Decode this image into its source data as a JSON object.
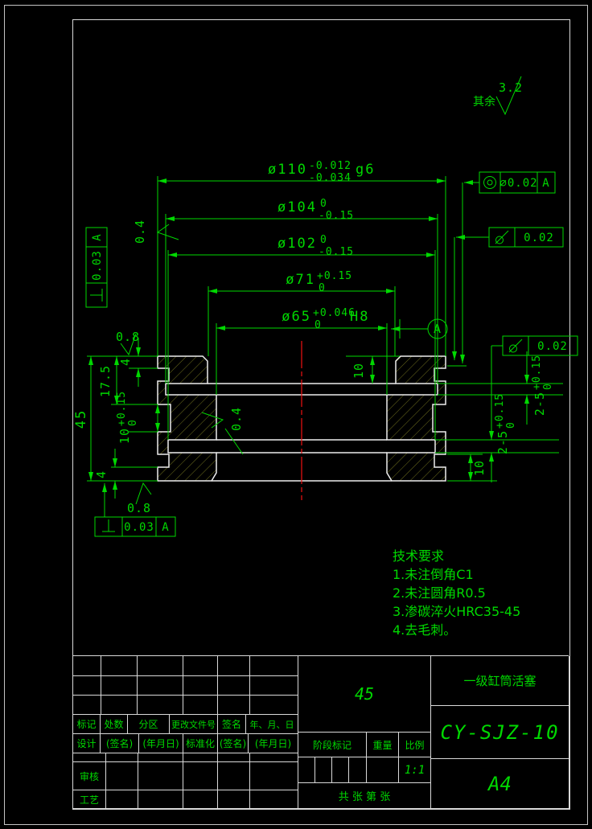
{
  "colors": {
    "line_green": "#00d800",
    "part_white": "#ededed",
    "hatch_olive": "#6e6e1e",
    "centerline_red": "#ee1111",
    "background": "#000000"
  },
  "general_note": {
    "prefix": "其余",
    "roughness": "3.2"
  },
  "dims": {
    "d110_base": "ø110",
    "d110_up": "-0.012",
    "d110_lo": "-0.034",
    "d110_fit": "g6",
    "d104_base": "ø104",
    "d104_up": "0",
    "d104_lo": "-0.15",
    "d102_base": "ø102",
    "d102_up": "0",
    "d102_lo": "-0.15",
    "d71_base": "ø71",
    "d71_up": "+0.15",
    "d71_lo": "0",
    "d65_base": "ø65",
    "d65_up": "+0.046",
    "d65_lo": "0",
    "d65_fit": "H8",
    "height": "45",
    "h175": "17.5",
    "top4": "4",
    "bot4": "4",
    "g10_base": "10",
    "g10_up": "+0.15",
    "g10_lo": "0",
    "d10_top": "10",
    "d10_bot": "10",
    "ga_base": "2-5",
    "ga_up": "+0.15",
    "ga_lo": "0",
    "gb_base": "2-5",
    "gb_up": "+0.15",
    "gb_lo": "0"
  },
  "roughness": {
    "top_left": "0.8",
    "bottom_left": "0.8",
    "bore": "0.4",
    "left_side": "0.4"
  },
  "datum": "A",
  "fcf": {
    "concentricity": {
      "value": "⌀0.02",
      "datum": "A"
    },
    "runout_top": {
      "value": "0.02"
    },
    "runout_low": {
      "value": "0.02"
    },
    "perp_left": {
      "value": "0.03",
      "datum": "A"
    },
    "perp_bottom": {
      "value": "0.03",
      "datum": "A"
    }
  },
  "tech": {
    "title": "技术要求",
    "items": [
      "1.未注倒角C1",
      "2.未注圆角R0.5",
      "3.渗碳淬火HRC35-45",
      "4.去毛刺。"
    ]
  },
  "tb": {
    "material": "45",
    "part_name": "一级缸筒活塞",
    "drawing_no": "CY-SJZ-10",
    "paper": "A4",
    "scale_value": "1:1",
    "headers": {
      "mark": "标记",
      "count": "处数",
      "zone": "分区",
      "doc_no": "更改文件号",
      "sign": "签名",
      "date": "年、月、日",
      "design": "设计",
      "sign_p": "(签名)",
      "date_p": "(年月日)",
      "standard": "标准化",
      "review": "审核",
      "process": "工艺",
      "stage": "阶段标记",
      "weight": "重量",
      "scale": "比例",
      "sheet": "共  张  第  张"
    }
  }
}
